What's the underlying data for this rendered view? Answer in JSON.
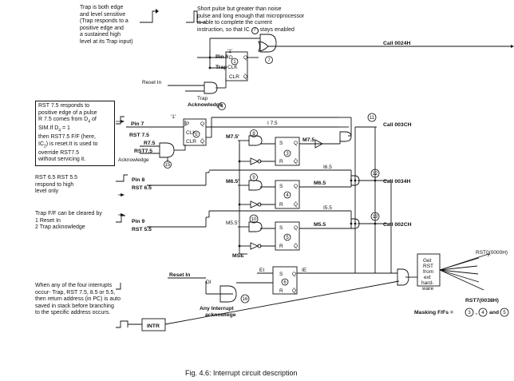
{
  "notes": {
    "trap": [
      "Trap is both edge",
      "and level sensitive",
      "(Trap responds to a",
      "positive edge and",
      "a sustained high",
      "level at its Trap input)"
    ],
    "short_pulse": [
      "Short pulse but greater than noise",
      "pulse and long enough that microprocessor",
      "is able to complete the current",
      "instruction, so that IC",
      "stays enabled"
    ],
    "short_pulse_ic": "7",
    "rst75": [
      "RST 7.5 responds to",
      "positive edge of a pulse",
      "R 7.5 comes from D",
      "of",
      "SIM.If D",
      "= 1",
      "then RST7.5 F/F (here,",
      "IC",
      ") is reset.It is used to",
      "override RST7.5",
      "without servicing it."
    ],
    "rst65": [
      "RST 6.5 RST 5.5",
      "respond to high",
      "level only"
    ],
    "trapff": [
      "Trap F/F can be cleared by",
      "1  Reset In",
      "2  Trap acknowledge"
    ],
    "interrupts": [
      "When any of the four interrupts",
      "occur- Trap, RST 7.5, 8.5 or 5.5,",
      "then return address (in PC) is auto",
      "saved in stack before branching",
      "to the specific address occurs."
    ]
  },
  "labels": {
    "pin6": "Pin 6",
    "trap": "Trap",
    "one": "'1'",
    "d": "D",
    "clk": "CLK",
    "clr": "CLR",
    "q": "Q",
    "qbar": "Q̄",
    "p": "P",
    "s": "S",
    "r": "R",
    "reset_in": "Reset In",
    "trap_ack": [
      "Trap",
      "Acknowledge"
    ],
    "pin7": "Pin 7",
    "rst75": "RST 7.5",
    "r75": "R7.5",
    "rst75b": "RST7.5",
    "ack": "Acknowledge",
    "i75": "I 7.5",
    "i65": "I6.5",
    "i55": "I5.5",
    "m75p": "M7.5'",
    "m65p": "M6.5'",
    "m55p": "M5.5'",
    "m75": "M7.5",
    "m65": "M6.5",
    "m55": "M5.5",
    "pin8": "Pin 8",
    "rst65": "RST 6.5",
    "pin9": "Pin 9",
    "rst55": "RST 5.5",
    "mse": "MSE",
    "ei": "EI",
    "ie": "IE",
    "di": "DI",
    "any_int": [
      "Any Interrupt",
      "acknowlege"
    ],
    "intr": "INTR"
  },
  "ic_numbers": {
    "ic1": "1",
    "ic2": "2",
    "ic3": "3",
    "ic4": "4",
    "ic5": "5",
    "ic6": "6",
    "ic7": "7",
    "ic8": "8",
    "ic9": "9",
    "ic10": "10",
    "ic11": "11",
    "ic12": "12",
    "ic13": "13",
    "ic14": "4",
    "ic15": "15",
    "ic16": "16"
  },
  "outputs": {
    "call24": "Call 0024H",
    "call3c": "Call 003CH",
    "call34": "Call 0034H",
    "call2c": "Call 002CH"
  },
  "rst_box": [
    "Get",
    "RST",
    "from",
    "ext",
    "hard-",
    "ware"
  ],
  "rst0": "RST0(0000H)",
  "rst7": "RST7(0038H)",
  "masking": "Masking F/Fs =",
  "masking_nums": [
    "3",
    "4",
    "5"
  ],
  "masking_sep": [
    ",",
    "and"
  ],
  "caption": "Fig. 4.6: Interrupt circuit description"
}
